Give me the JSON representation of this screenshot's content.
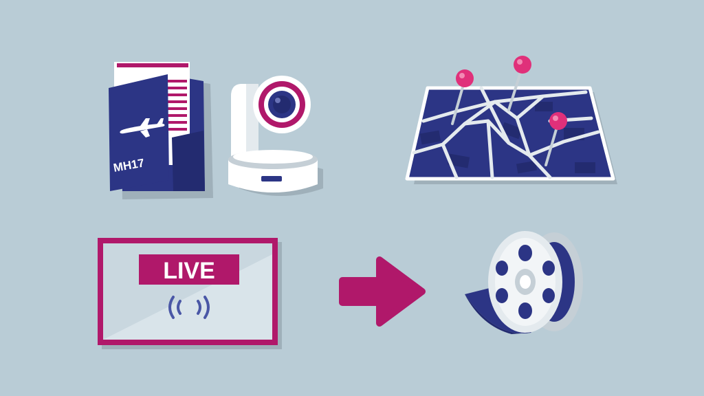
{
  "scene": {
    "background": "#b9ccd6",
    "colors": {
      "navy": "#2c3585",
      "magenta": "#b0186a",
      "pin": "#e0307a",
      "white": "#ffffff",
      "light": "#e4eaee",
      "grey": "#c5cfd6",
      "shadow": "#9fb0ba"
    }
  },
  "folder": {
    "label": "MH17",
    "icons": [
      "document-icon",
      "airplane-icon"
    ]
  },
  "camera": {
    "icon": "ptz-camera-icon"
  },
  "map": {
    "icon": "map-icon",
    "pins": 3
  },
  "live_screen": {
    "label": "LIVE",
    "icon": "broadcast-signal-icon"
  },
  "arrow": {
    "icon": "arrow-right-icon"
  },
  "film_reel": {
    "icon": "film-reel-icon"
  }
}
